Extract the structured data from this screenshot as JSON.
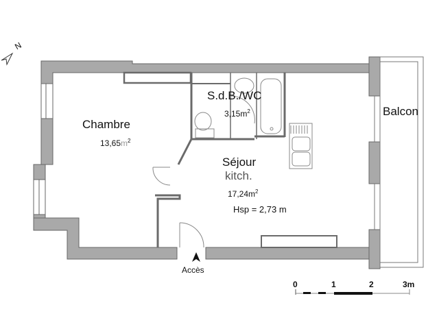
{
  "rooms": {
    "chambre": {
      "name": "Chambre",
      "area": "13,65",
      "unit": "m",
      "exp": "2"
    },
    "sdb": {
      "name": "S.d.B./WC",
      "area": "3,15",
      "unit": "m",
      "exp": "2"
    },
    "sejour": {
      "name": "Séjour",
      "name2": "kitch.",
      "area": "17,24",
      "unit": "m",
      "exp": "2"
    },
    "balcon": {
      "name": "Balcon"
    }
  },
  "ceiling_height": "Hsp = 2,73 m",
  "entrance": {
    "label": "Accès"
  },
  "north": {
    "label": "N"
  },
  "scale": {
    "ticks": [
      "0",
      "1",
      "2",
      "3m"
    ]
  },
  "colors": {
    "wall": "#a9a9a9",
    "wall_stroke": "#555555",
    "partition": "#6a6a6a",
    "fixture": "#888888"
  }
}
